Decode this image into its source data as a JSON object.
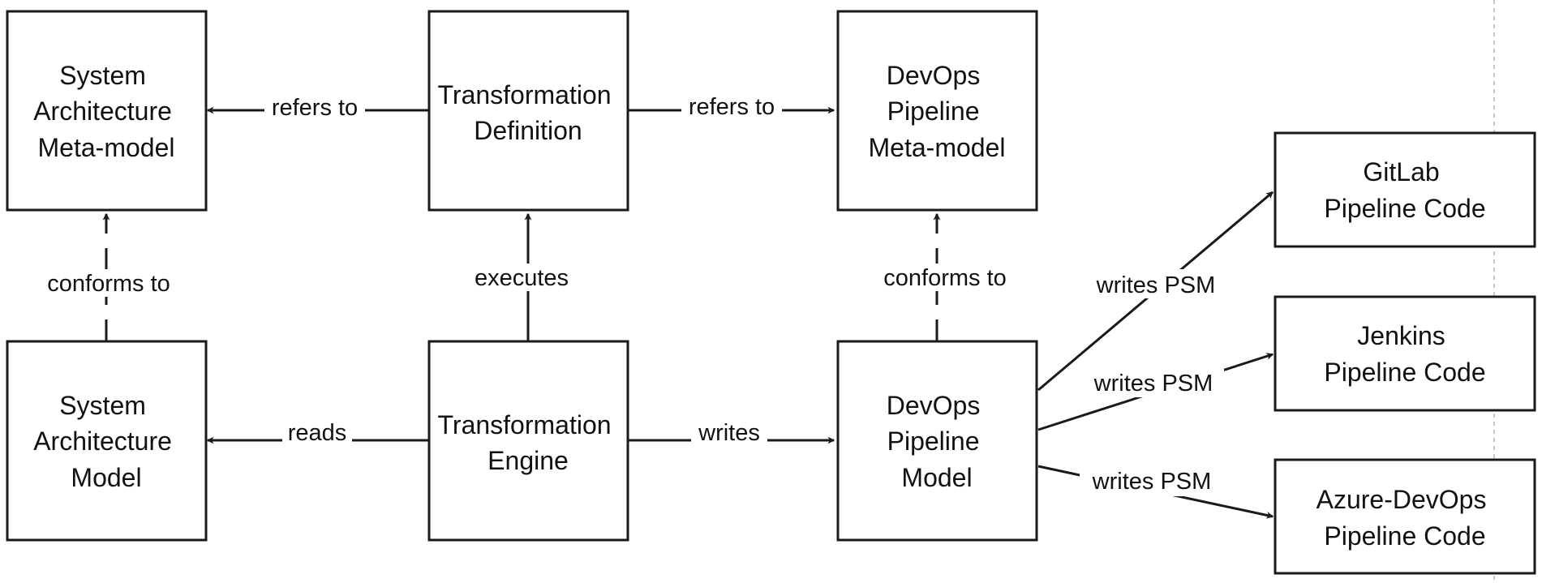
{
  "nodes": {
    "sys_meta": {
      "lines": [
        "System",
        "Architecture",
        "Meta-model"
      ]
    },
    "trans_def": {
      "lines": [
        "Transformation",
        "Definition"
      ]
    },
    "devops_meta": {
      "lines": [
        "DevOps",
        "Pipeline",
        "Meta-model"
      ]
    },
    "sys_model": {
      "lines": [
        "System",
        "Architecture",
        "Model"
      ]
    },
    "trans_engine": {
      "lines": [
        "Transformation",
        "Engine"
      ]
    },
    "devops_model": {
      "lines": [
        "DevOps",
        "Pipeline",
        "Model"
      ]
    },
    "gitlab": {
      "lines": [
        "GitLab",
        "Pipeline Code"
      ]
    },
    "jenkins": {
      "lines": [
        "Jenkins",
        "Pipeline Code"
      ]
    },
    "azure": {
      "lines": [
        "Azure-DevOps",
        "Pipeline Code"
      ]
    }
  },
  "edges": {
    "def_to_sysmeta": {
      "label": "refers to",
      "style": "solid"
    },
    "def_to_devopsmeta": {
      "label": "refers to",
      "style": "solid"
    },
    "sysmodel_conforms": {
      "label": "conforms to",
      "style": "dashed"
    },
    "engine_executes": {
      "label": "executes",
      "style": "solid"
    },
    "devopsmodel_conforms": {
      "label": "conforms to",
      "style": "dashed"
    },
    "engine_reads": {
      "label": "reads",
      "style": "solid"
    },
    "engine_writes": {
      "label": "writes",
      "style": "solid"
    },
    "writes_gitlab": {
      "label": "writes PSM",
      "style": "solid"
    },
    "writes_jenkins": {
      "label": "writes PSM",
      "style": "solid"
    },
    "writes_azure": {
      "label": "writes PSM",
      "style": "solid"
    }
  }
}
